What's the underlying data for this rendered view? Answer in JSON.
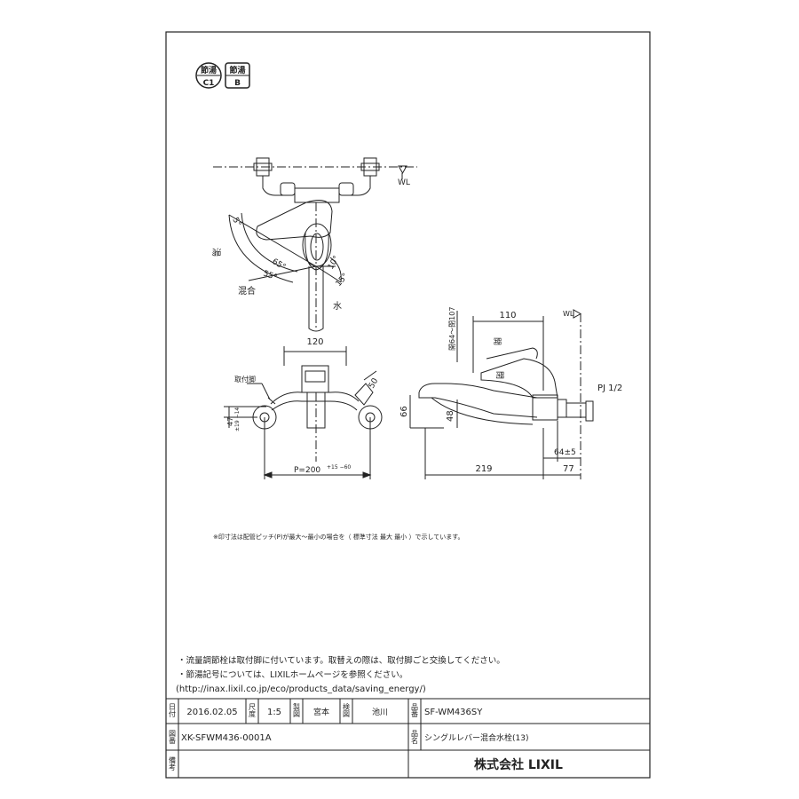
{
  "badges": {
    "badge1_top": "節湯",
    "badge1_bottom": "C1",
    "badge2_top": "節湯",
    "badge2_bottom": "B"
  },
  "top_view": {
    "wl": "WL",
    "hot": "湯",
    "mix": "混合",
    "water": "水",
    "angle_5": "5°",
    "angle_65": "65°",
    "angle_55": "55°",
    "angle_10": "10°",
    "angle_15": "15°"
  },
  "front_view": {
    "dim_120": "120",
    "mount_leg": "取付脚",
    "dim_50": "50",
    "dim_47": "47",
    "dim_47_tol": "±19 −14",
    "pitch": "P=200",
    "pitch_tol": "+15 −60"
  },
  "side_view": {
    "dim_110": "110",
    "wl": "WL",
    "open_label": "開",
    "closed_label": "閉",
    "open_range": "開64～閉107",
    "pj": "PJ 1/2",
    "dim_66": "66",
    "dim_48": "48",
    "dim_64": "64±5",
    "dim_219": "219",
    "dim_77": "77"
  },
  "note_pitch": "※印寸法は配管ピッチ(P)が最大～最小の場合を（ 標準寸法 最大 最小 ）で示しています。",
  "notes": [
    "・流量調節栓は取付脚に付いています。取替えの際は、取付脚ごと交換してください。",
    "・節湯記号については、LIXILホームページを参照ください。",
    "(http://inax.lixil.co.jp/eco/products_data/saving_energy/)"
  ],
  "title_block": {
    "date_label": "日付",
    "date": "2016.02.05",
    "scale_label": "尺度",
    "scale": "1:5",
    "drawn_label": "製図",
    "drawn": "宮本",
    "check_label": "検図",
    "check": "池川",
    "part_no_label": "品番",
    "part_no": "SF-WM436SY",
    "drawing_no_label": "図番",
    "drawing_no": "XK-SFWM436-0001A",
    "name_label": "品名",
    "name": "シングルレバー混合水栓(13)",
    "remarks_label": "備考",
    "company": "株式会社 LIXIL"
  },
  "colors": {
    "line": "#222222",
    "paper": "#ffffff"
  }
}
